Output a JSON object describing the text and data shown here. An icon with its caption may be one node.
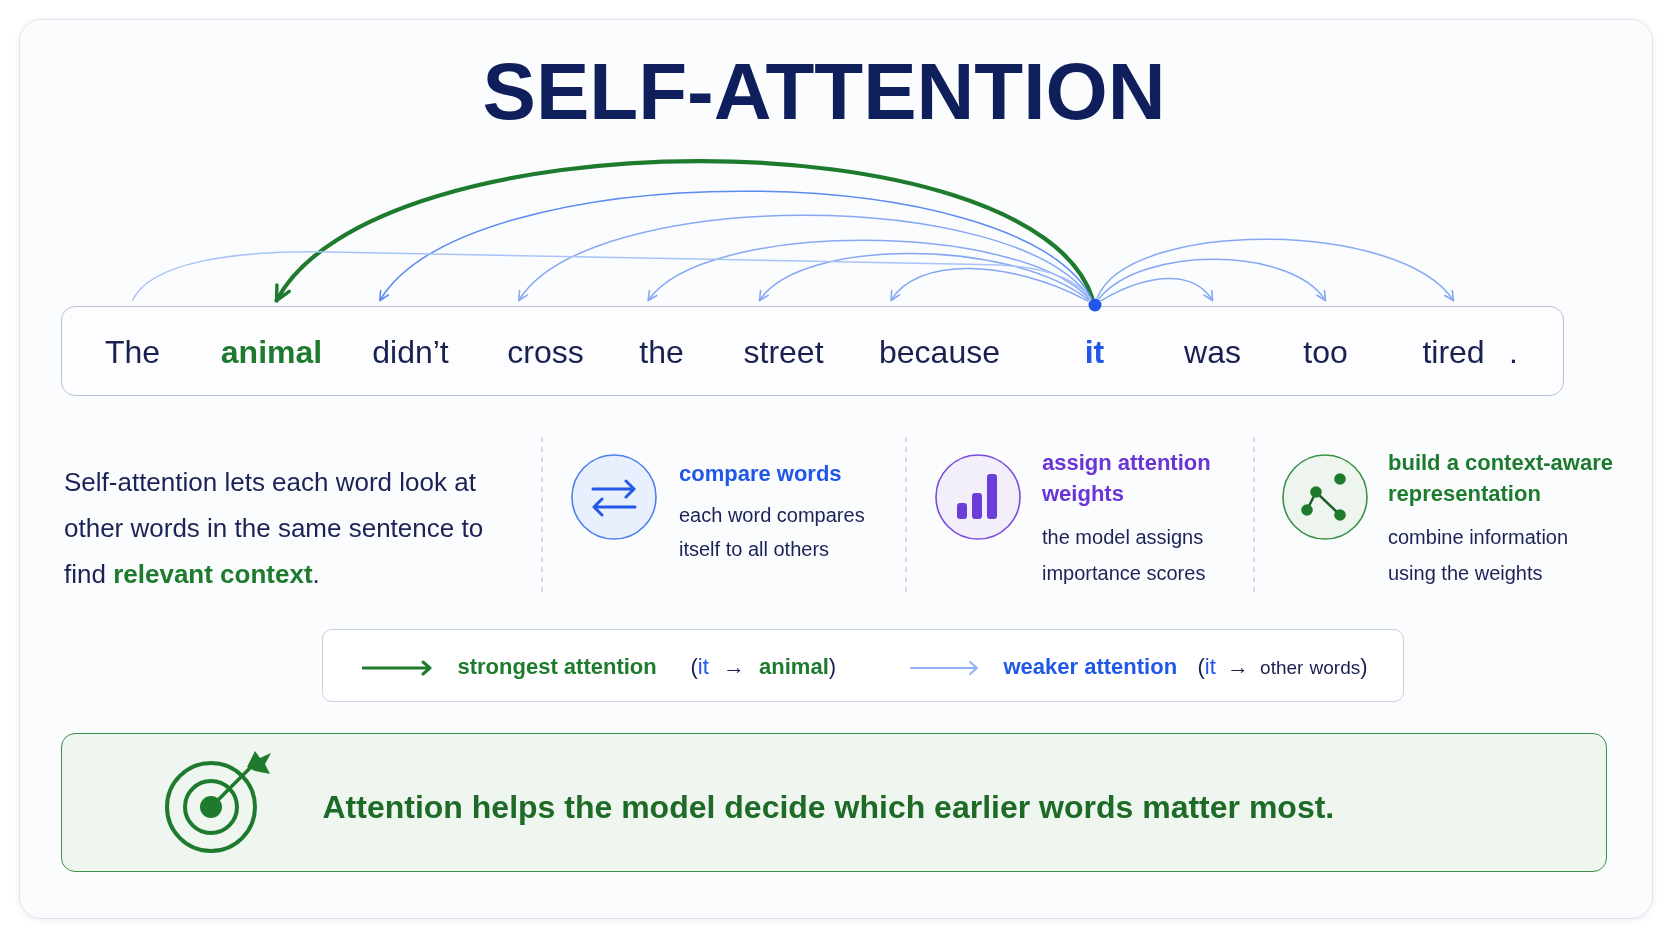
{
  "diagram": {
    "title": "SELF-ATTENTION",
    "nodes": [
      {
        "text": [],
        "shape": "box"
      },
      {
        "text": [
          "The"
        ],
        "in": 0
      },
      {
        "text": [
          "animal"
        ],
        "in": 0
      },
      {
        "text": [
          "didn’t"
        ],
        "in": 0
      },
      {
        "text": [
          "cross"
        ],
        "in": 0
      },
      {
        "text": [
          "the"
        ],
        "in": 0
      },
      {
        "text": [
          "street"
        ],
        "in": 0
      },
      {
        "text": [
          "because"
        ],
        "in": 0
      },
      {
        "text": [
          "it"
        ],
        "in": 0
      },
      {
        "text": [
          "was"
        ],
        "in": 0
      },
      {
        "text": [
          "too"
        ],
        "in": 0
      },
      {
        "text": [
          "tired"
        ],
        "in": 0
      },
      {
        "text": [
          "Attention helps the model decide which earlier words matter most."
        ]
      }
    ],
    "edges": [
      {
        "from": 8,
        "to": 2,
        "arrow": "to",
        "style": "thick",
        "color": "#1e7b2e"
      },
      {
        "from": 8,
        "to": 1,
        "arrow": "none",
        "color": "#a9c3f6"
      },
      {
        "from": 8,
        "to": 3,
        "arrow": "to",
        "color": "#5b8af0"
      },
      {
        "from": 8,
        "to": 4,
        "arrow": "to"
      },
      {
        "from": 8,
        "to": 5,
        "arrow": "to"
      },
      {
        "from": 8,
        "to": 6,
        "arrow": "to"
      },
      {
        "from": 8,
        "to": 7,
        "arrow": "to"
      },
      {
        "from": 8,
        "to": 9,
        "arrow": "to"
      },
      {
        "from": 8,
        "to": 10,
        "arrow": "to"
      },
      {
        "from": 8,
        "to": 11,
        "arrow": "to"
      }
    ],
    "labels": [
      ".",
      "Self-attention lets each word look at other words in the same sentence to find **relevant context**.",
      "compare words",
      "each word compares itself to all others",
      "assign attention weights",
      "the model assigns importance scores",
      "build a context-aware representation",
      "combine information using the weights",
      "(it → animal)",
      "(it → other words)"
    ],
    "legend": [
      {
        "text": "strongest attention"
      },
      {
        "text": "weaker attention"
      }
    ]
  }
}
